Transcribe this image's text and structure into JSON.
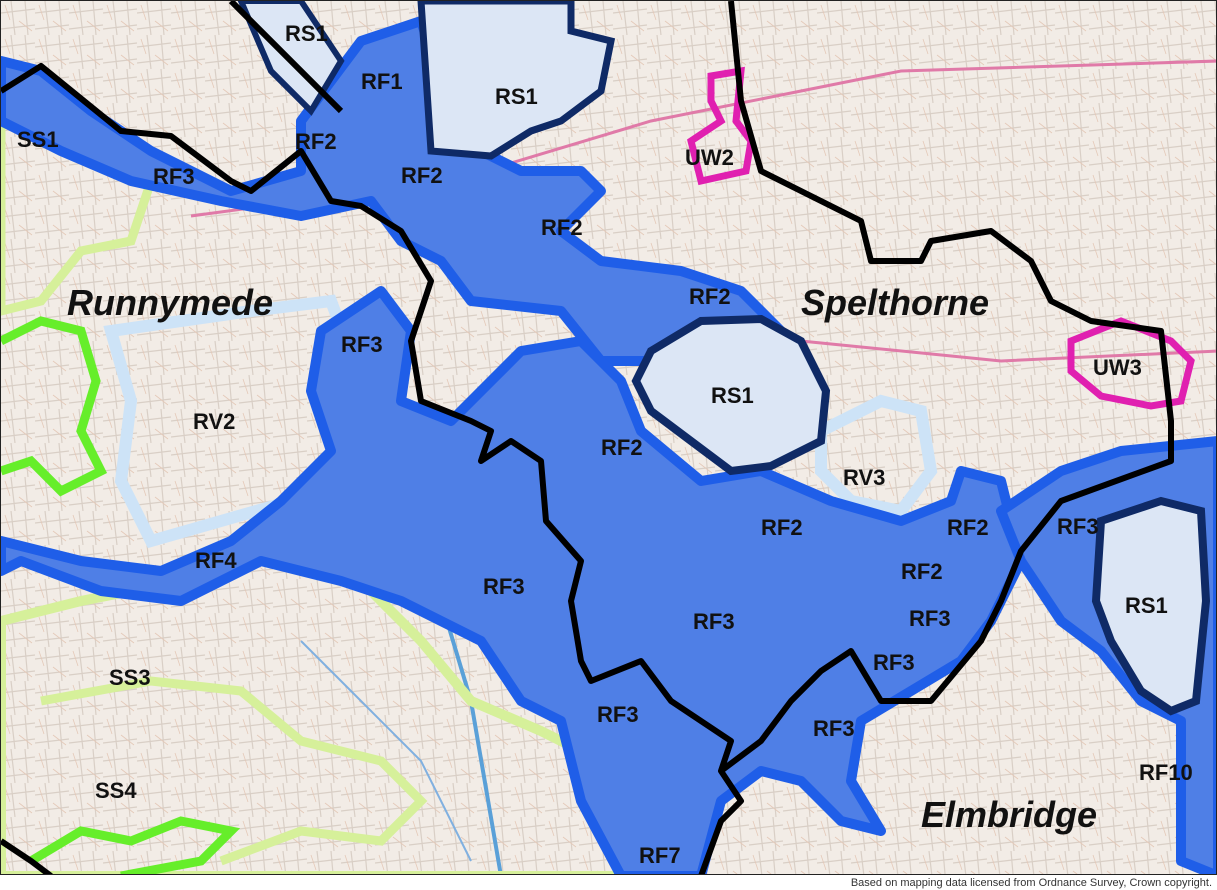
{
  "colors": {
    "basemap": "#f2ece6",
    "fluvial_fill": "#4f7fe6",
    "fluvial_edge": "#1f5ee8",
    "reservoir_fill": "#dce6f5",
    "reservoir_edge": "#0f2a66",
    "river_valley_edge": "#cde3f7",
    "surface_water_edge": "#d6f09a",
    "surface_water_bright": "#66ee2a",
    "urban_water_edge": "#e020b0",
    "boundary": "#000000"
  },
  "districts": {
    "runnymede": "Runnymede",
    "spelthorne": "Spelthorne",
    "elmbridge": "Elmbridge"
  },
  "zones": {
    "rs1_a": "RS1",
    "rs1_b": "RS1",
    "rs1_c": "RS1",
    "rs1_d": "RS1",
    "rf1": "RF1",
    "rf2_a": "RF2",
    "rf2_b": "RF2",
    "rf2_c": "RF2",
    "rf2_d": "RF2",
    "rf2_e": "RF2",
    "rf2_f": "RF2",
    "rf2_g": "RF2",
    "rf2_h": "RF2",
    "rf3_a": "RF3",
    "rf3_b": "RF3",
    "rf3_c": "RF3",
    "rf3_d": "RF3",
    "rf3_e": "RF3",
    "rf3_f": "RF3",
    "rf3_g": "RF3",
    "rf3_h": "RF3",
    "rf3_i": "RF3",
    "rf4": "RF4",
    "rf7": "RF7",
    "rf10": "RF10",
    "ss1": "SS1",
    "ss3": "SS3",
    "ss4": "SS4",
    "rv2": "RV2",
    "rv3": "RV3",
    "uw2": "UW2",
    "uw3": "UW3"
  },
  "attribution": "Based on mapping data licensed from Ordnance Survey, Crown copyright."
}
